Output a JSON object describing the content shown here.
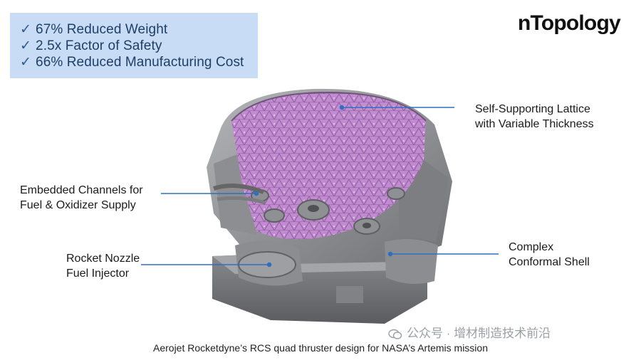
{
  "benefits": [
    {
      "check": "✓",
      "text": "67% Reduced Weight"
    },
    {
      "check": "✓",
      "text": "2.5x Factor of Safety"
    },
    {
      "check": "✓",
      "text": "66% Reduced Manufacturing Cost"
    }
  ],
  "logo": "nTopology",
  "callouts": {
    "lattice": [
      "Self-Supporting Lattice",
      "with Variable Thickness"
    ],
    "channels": [
      "Embedded Channels for",
      "Fuel & Oxidizer Supply"
    ],
    "nozzle": [
      "Rocket Nozzle",
      "Fuel Injector"
    ],
    "shell": [
      "Complex",
      "Conformal Shell"
    ]
  },
  "caption": "Aerojet Rocketdyne’s RCS quad thruster design for NASA’s Artemis mission",
  "watermark": "公众号 · 增材制造技术前沿",
  "colors": {
    "box": "#c8dcf5",
    "callout_line": "#2f6fc0",
    "lattice": "#c78fd6",
    "metal": "#9a9c9f"
  }
}
